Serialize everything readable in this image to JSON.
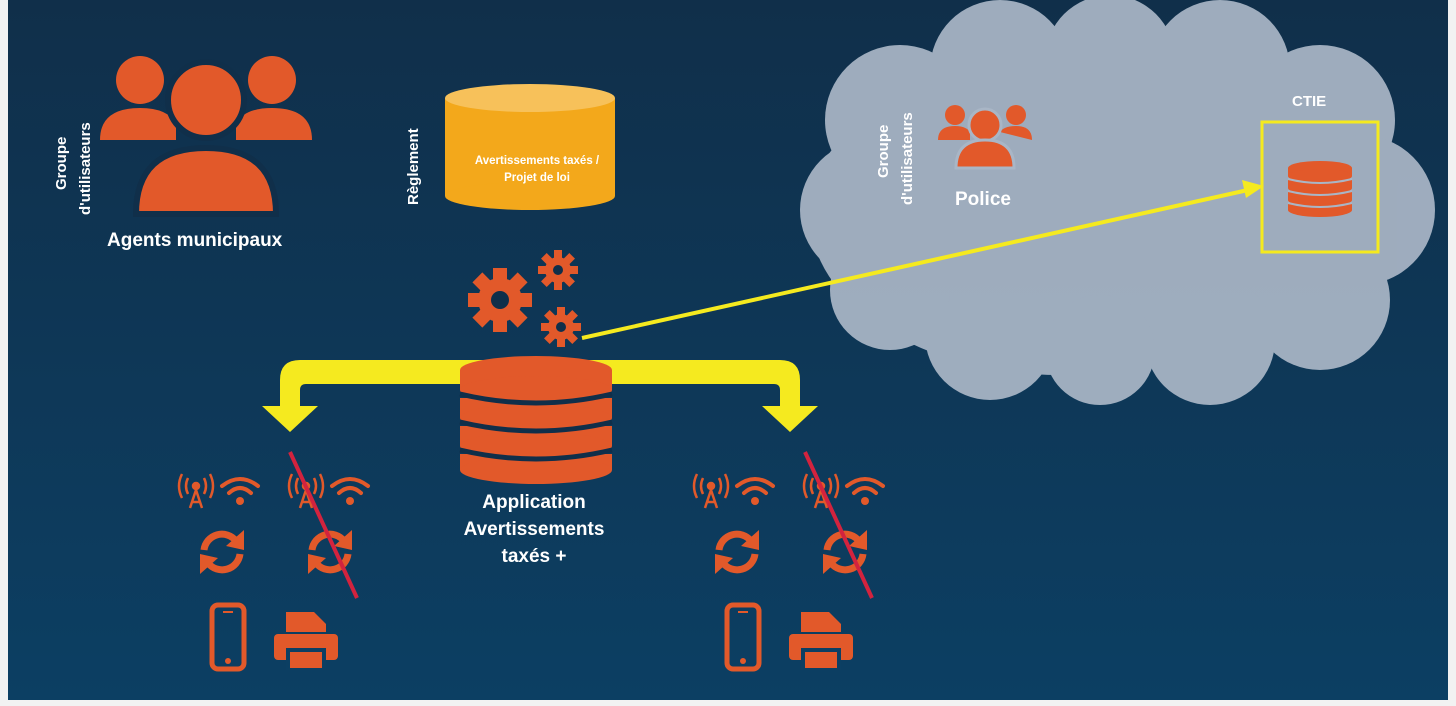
{
  "colors": {
    "background_top": "#102f4a",
    "background_bottom": "#0c3f63",
    "accent": "#e2592a",
    "database_yellow": "#f3a81b",
    "arrow_yellow": "#f5ea1f",
    "cloud": "#a9b6c6",
    "cross_red": "#d3233e",
    "text": "#ffffff"
  },
  "left_group": {
    "side_label_line1": "Groupe",
    "side_label_line2": "d'utilisateurs",
    "name": "Agents municipaux",
    "icon": "users-group-icon"
  },
  "regulation": {
    "side_label": "Règlement",
    "db_line1": "Avertissements taxés /",
    "db_line2": "Projet de loi",
    "icon": "database-icon"
  },
  "application": {
    "line1": "Application",
    "line2": "Avertissements",
    "line3": "taxés +",
    "icons": [
      "gears-icon",
      "database-icon"
    ]
  },
  "cloud": {
    "side_label_line1": "Groupe",
    "side_label_line2": "d'utilisateurs",
    "group_name": "Police",
    "provider": "CTIE",
    "icons": [
      "users-group-icon",
      "database-icon"
    ]
  },
  "device_groups": [
    {
      "position": "left",
      "available": [
        "antenna-icon",
        "wifi-icon",
        "sync-icon",
        "phone-icon",
        "printer-icon"
      ],
      "crossed_out": [
        "antenna-icon",
        "wifi-icon",
        "sync-icon"
      ]
    },
    {
      "position": "right",
      "available": [
        "antenna-icon",
        "wifi-icon",
        "sync-icon",
        "phone-icon",
        "printer-icon"
      ],
      "crossed_out": [
        "antenna-icon",
        "wifi-icon",
        "sync-icon"
      ]
    }
  ]
}
